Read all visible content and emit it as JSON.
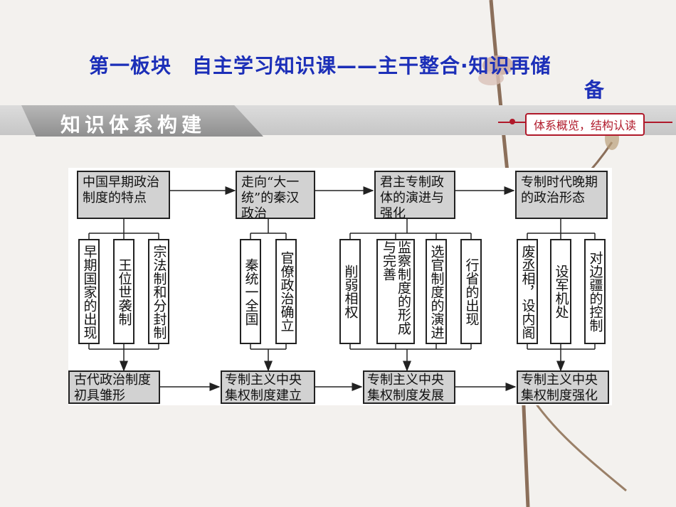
{
  "header": {
    "title_line1": "第一板块　自主学习知识课——主干整合·知识再储",
    "title_line2": "备"
  },
  "banner": {
    "label": "知识体系构建",
    "badge": "体系概览，结构认读"
  },
  "diagram": {
    "top": [
      "中国早期政治制度的特点",
      "走向“大一统”的秦汉政治",
      "君主专制政体的演进与强化",
      "专制时代晚期的政治形态"
    ],
    "groups": [
      [
        "早期国家的出现",
        "王位世袭制",
        "宗法制和分封制"
      ],
      [
        "秦统一全国",
        "官僚政治确立"
      ],
      [
        "削弱相权",
        "监察制度的形成与完善",
        "选官制度的演进",
        "行省的出现"
      ],
      [
        "废丞相，设内阁",
        "设军机处",
        "对边疆的控制"
      ]
    ],
    "bottom": [
      "古代政治制度初具雏形",
      "专制主义中央集权制度建立",
      "专制主义中央集权制度发展",
      "专制主义中央集权制度强化"
    ],
    "colors": {
      "heading": "#1c2fb8",
      "badge": "#b0192a",
      "box_fill": "#d2d2d2"
    }
  }
}
